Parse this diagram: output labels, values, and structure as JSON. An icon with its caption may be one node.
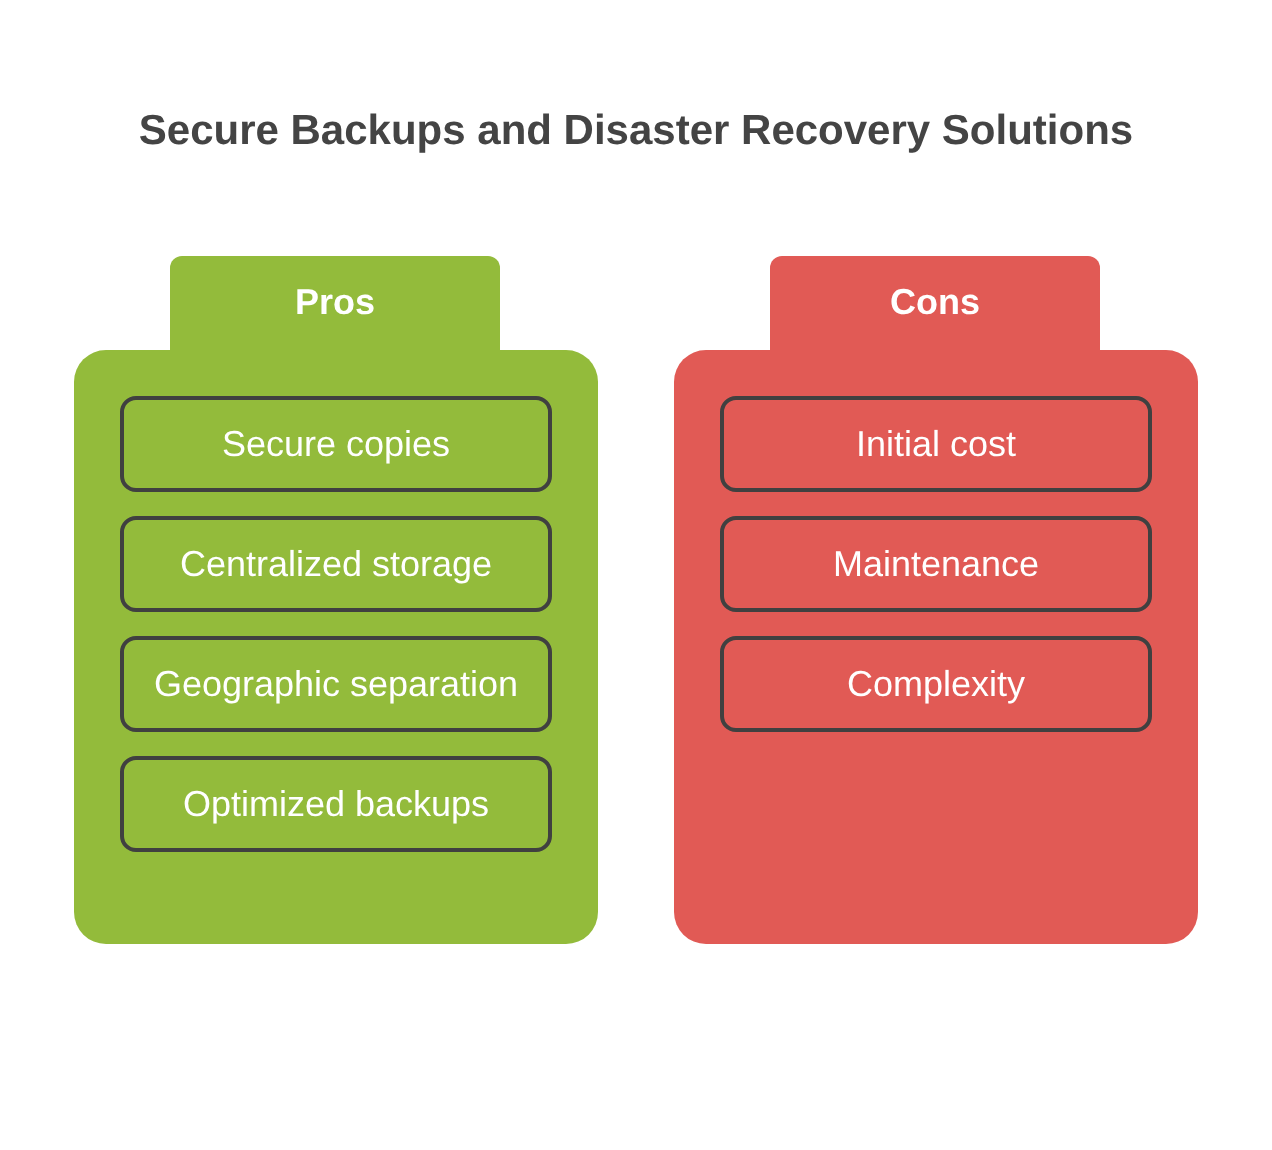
{
  "diagram": {
    "title": "Secure Backups and Disaster Recovery Solutions",
    "nodes": [
      {
        "text": [
          "Pros"
        ]
      },
      {
        "text": [
          "Secure copies"
        ],
        "in": 0
      },
      {
        "text": [
          "Centralized storage"
        ],
        "in": 0
      },
      {
        "text": [
          "Geographic separation"
        ],
        "in": 0
      },
      {
        "text": [
          "Optimized backups"
        ],
        "in": 0
      },
      {
        "text": [
          "Cons"
        ]
      },
      {
        "text": [
          "Initial cost"
        ],
        "in": 5
      },
      {
        "text": [
          "Maintenance"
        ],
        "in": 5
      },
      {
        "text": [
          "Complexity"
        ],
        "in": 5
      }
    ]
  }
}
